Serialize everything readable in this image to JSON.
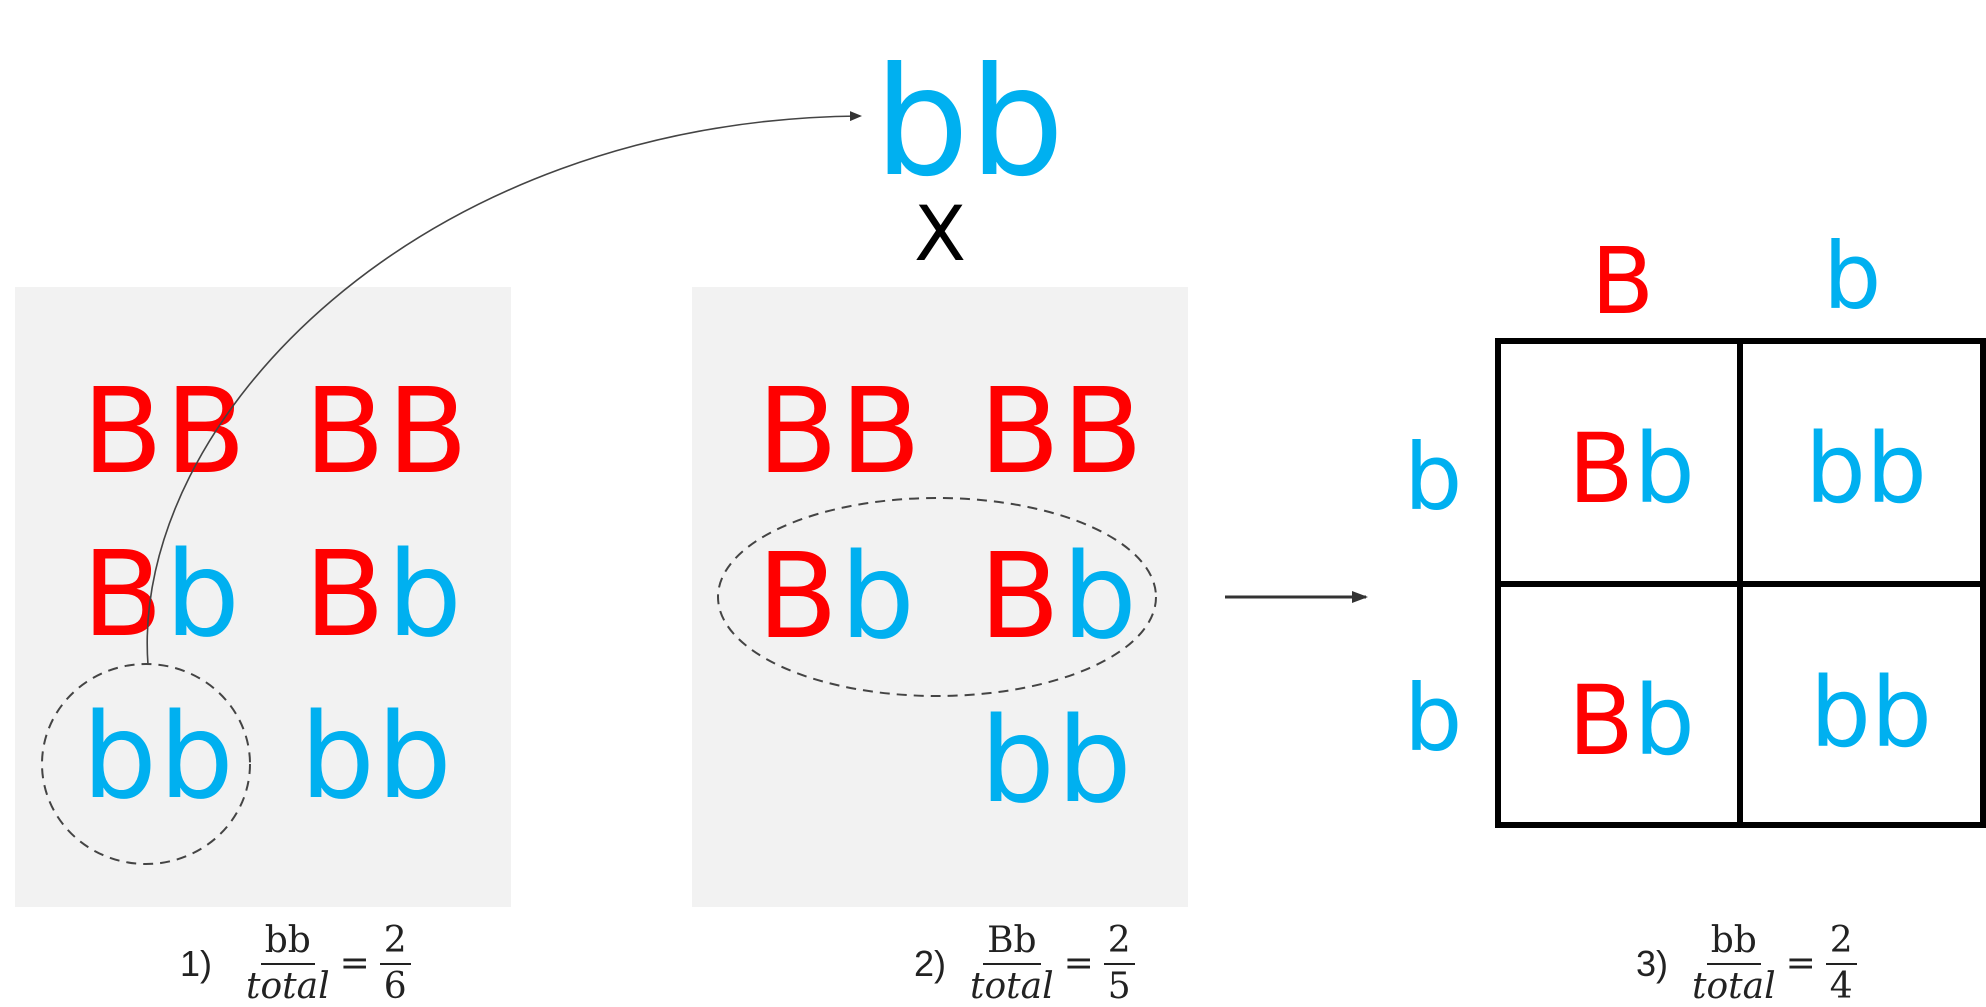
{
  "colors": {
    "B": "#ff0000",
    "b": "#00b0f0",
    "panel": "#f2f2f2"
  },
  "offspring_parent": {
    "genotype": [
      {
        "l": "b",
        "c": "b"
      },
      {
        "l": "b",
        "c": "b"
      }
    ]
  },
  "cross_symbol": "X",
  "panel1": {
    "cells": [
      [
        {
          "l": "B",
          "c": "B"
        },
        {
          "l": "B",
          "c": "B"
        }
      ],
      [
        {
          "l": "B",
          "c": "B"
        },
        {
          "l": "B",
          "c": "B"
        }
      ],
      [
        {
          "l": "B",
          "c": "B"
        },
        {
          "l": "b",
          "c": "b"
        }
      ],
      [
        {
          "l": "B",
          "c": "B"
        },
        {
          "l": "b",
          "c": "b"
        }
      ],
      [
        {
          "l": "b",
          "c": "b"
        },
        {
          "l": "b",
          "c": "b"
        }
      ],
      [
        {
          "l": "b",
          "c": "b"
        },
        {
          "l": "b",
          "c": "b"
        }
      ]
    ]
  },
  "panel2": {
    "cells": [
      [
        {
          "l": "B",
          "c": "B"
        },
        {
          "l": "B",
          "c": "B"
        }
      ],
      [
        {
          "l": "B",
          "c": "B"
        },
        {
          "l": "B",
          "c": "B"
        }
      ],
      [
        {
          "l": "B",
          "c": "B"
        },
        {
          "l": "b",
          "c": "b"
        }
      ],
      [
        {
          "l": "B",
          "c": "B"
        },
        {
          "l": "b",
          "c": "b"
        }
      ],
      [
        {
          "l": "b",
          "c": "b"
        },
        {
          "l": "b",
          "c": "b"
        }
      ]
    ]
  },
  "punnett": {
    "col_headers": [
      {
        "l": "B",
        "c": "B"
      },
      {
        "l": "b",
        "c": "b"
      }
    ],
    "row_headers": [
      {
        "l": "b",
        "c": "b"
      },
      {
        "l": "b",
        "c": "b"
      }
    ],
    "cells": [
      [
        {
          "l": "B",
          "c": "B"
        },
        {
          "l": "b",
          "c": "b"
        }
      ],
      [
        {
          "l": "b",
          "c": "b"
        },
        {
          "l": "b",
          "c": "b"
        }
      ],
      [
        {
          "l": "B",
          "c": "B"
        },
        {
          "l": "b",
          "c": "b"
        }
      ],
      [
        {
          "l": "b",
          "c": "b"
        },
        {
          "l": "b",
          "c": "b"
        }
      ]
    ]
  },
  "equations": [
    {
      "label": "1)",
      "numerator": "bb",
      "denominator": "total",
      "equals": "=",
      "result_num": "2",
      "result_den": "6"
    },
    {
      "label": "2)",
      "numerator": "Bb",
      "denominator": "total",
      "equals": "=",
      "result_num": "2",
      "result_den": "5"
    },
    {
      "label": "3)",
      "numerator": "bb",
      "denominator": "total",
      "equals": "=",
      "result_num": "2",
      "result_den": "4"
    }
  ]
}
